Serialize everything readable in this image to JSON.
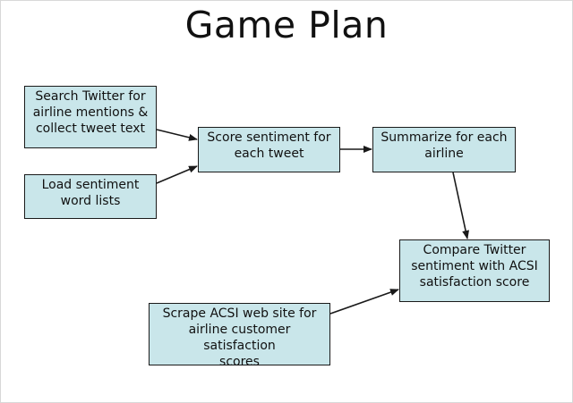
{
  "title": "Game Plan",
  "nodes": {
    "search": "Search Twitter for\nairline mentions &\ncollect tweet text",
    "load": "Load sentiment\nword lists",
    "score": "Score sentiment for\neach tweet",
    "summarize": "Summarize for each\nairline",
    "compare": "Compare Twitter\nsentiment with ACSI\nsatisfaction score",
    "scrape": "Scrape ACSI web site for\nairline customer satisfaction\nscores"
  },
  "colors": {
    "box_fill": "#c9e6ea",
    "box_border": "#1a1a1a",
    "arrow": "#1a1a1a"
  }
}
